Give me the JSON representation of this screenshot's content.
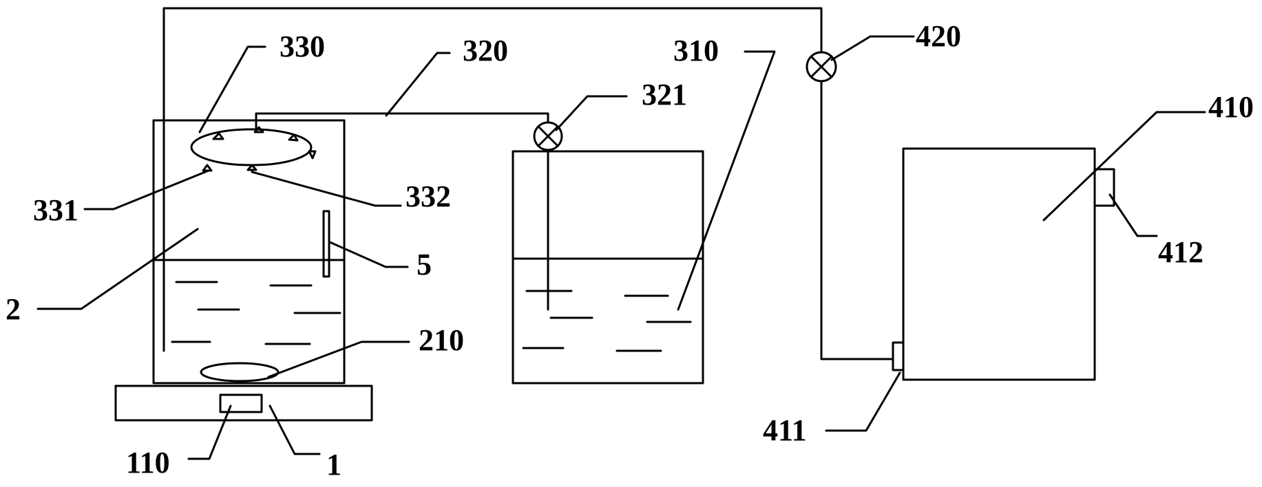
{
  "labels": {
    "l1": "1",
    "l2": "2",
    "l5": "5",
    "l110": "110",
    "l210": "210",
    "l310": "310",
    "l320": "320",
    "l321": "321",
    "l330": "330",
    "l331": "331",
    "l332": "332",
    "l410": "410",
    "l411": "411",
    "l412": "412",
    "l420": "420"
  }
}
